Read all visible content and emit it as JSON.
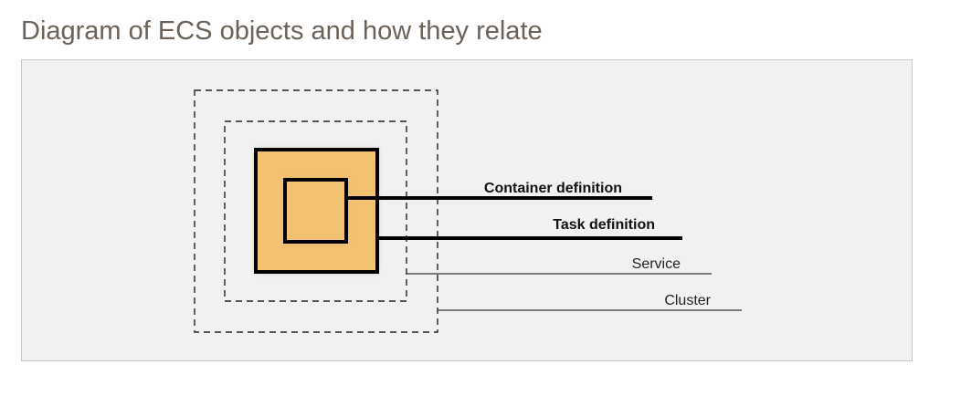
{
  "page": {
    "title": "Diagram of ECS objects and how they relate"
  },
  "diagram": {
    "labels": {
      "container_definition": "Container definition",
      "task_definition": "Task definition",
      "service": "Service",
      "cluster": "Cluster"
    },
    "colors": {
      "box_fill": "#f2c171",
      "panel_background": "#f1f1f1",
      "line": "#000000",
      "dashed_border": "#222222"
    }
  }
}
